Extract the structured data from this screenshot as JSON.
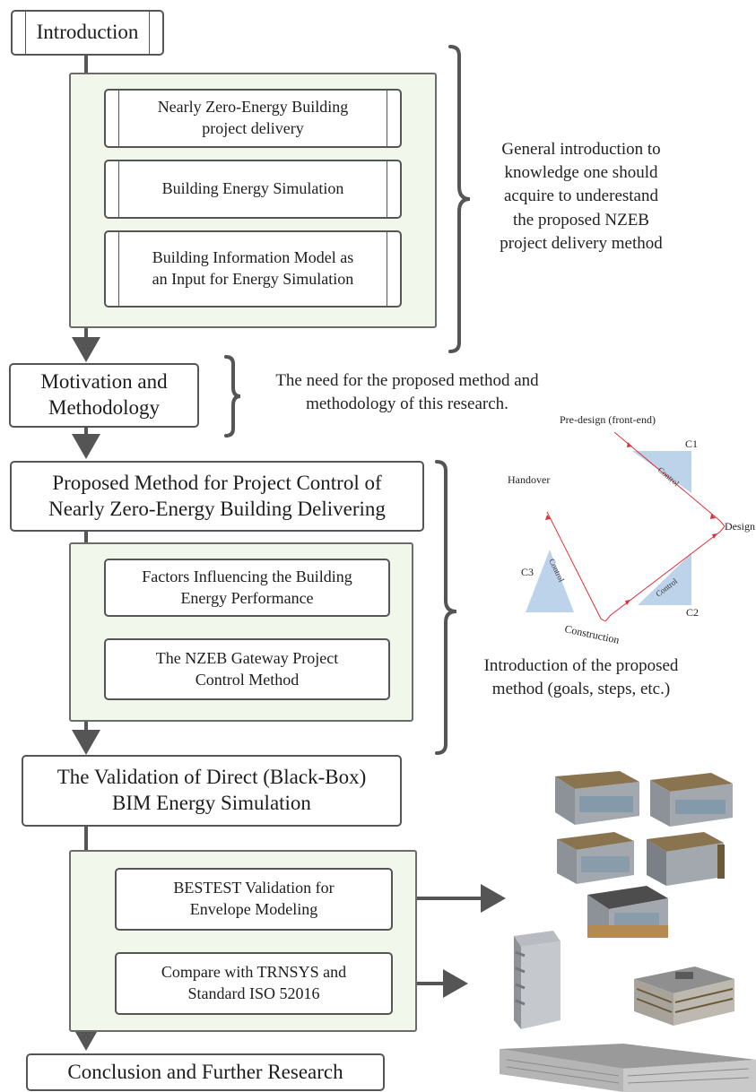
{
  "flow": {
    "introduction": "Introduction",
    "intro_sub_1": "Nearly Zero-Energy Building\nproject delivery",
    "intro_sub_2": "Building Energy Simulation",
    "intro_sub_3": "Building Information Model as\nan Input for Energy Simulation",
    "motivation": "Motivation and\nMethodology",
    "proposed": "Proposed Method for Project Control of\nNearly Zero-Energy Building Delivering",
    "proposed_sub_1": "Factors Influencing the Building\nEnergy Performance",
    "proposed_sub_2": "The NZEB Gateway Project\nControl Method",
    "validation": "The Validation of Direct (Black-Box)\nBIM Energy Simulation",
    "validation_sub_1": "BESTEST Validation for\nEnvelope Modeling",
    "validation_sub_2": "Compare with TRNSYS and\nStandard ISO 52016",
    "conclusion": "Conclusion and Further Research"
  },
  "notes": {
    "intro_note": "General introduction to\nknowledge one should\nacquire to underestand\nthe proposed NZEB\nproject delivery method",
    "motivation_note": "The need for the proposed method and\nmethodology of this research.",
    "proposed_note": "Introduction of the proposed\nmethod (goals, steps, etc.)"
  },
  "gateway_diagram": {
    "predesign": "Pre-design (front-end)",
    "design": "Design",
    "construction": "Construction",
    "handover": "Handover",
    "c1": "C1",
    "c2": "C2",
    "c3": "C3",
    "control": "Control",
    "path_color": "#e0303a",
    "control_fill": "#bcd3ea"
  },
  "colors": {
    "frame_fill": "#f2f7ec",
    "arrow": "#555555",
    "model_roof": "#8a7450",
    "model_wall": "#9a9fa6"
  }
}
